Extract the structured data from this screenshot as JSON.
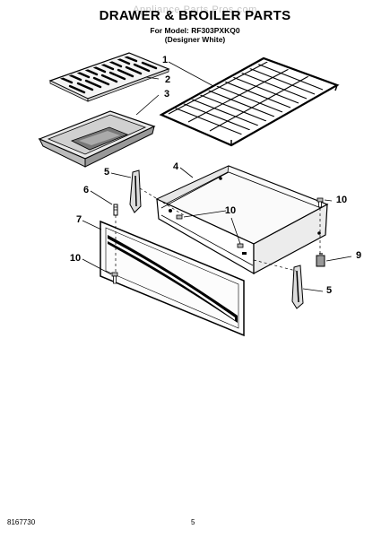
{
  "header": {
    "title": "DRAWER & BROILER PARTS",
    "watermark": "Appliance Parts Pros.com",
    "model_line": "For Model: RF303PXKQ0",
    "color_line": "(Designer White)"
  },
  "callouts": {
    "c1": "1",
    "c2": "2",
    "c3": "3",
    "c4": "4",
    "c5a": "5",
    "c5b": "5",
    "c6": "6",
    "c7": "7",
    "c9": "9",
    "c10a": "10",
    "c10b": "10",
    "c10c": "10"
  },
  "footer": {
    "doc_number": "8167730",
    "page_number": "5"
  }
}
